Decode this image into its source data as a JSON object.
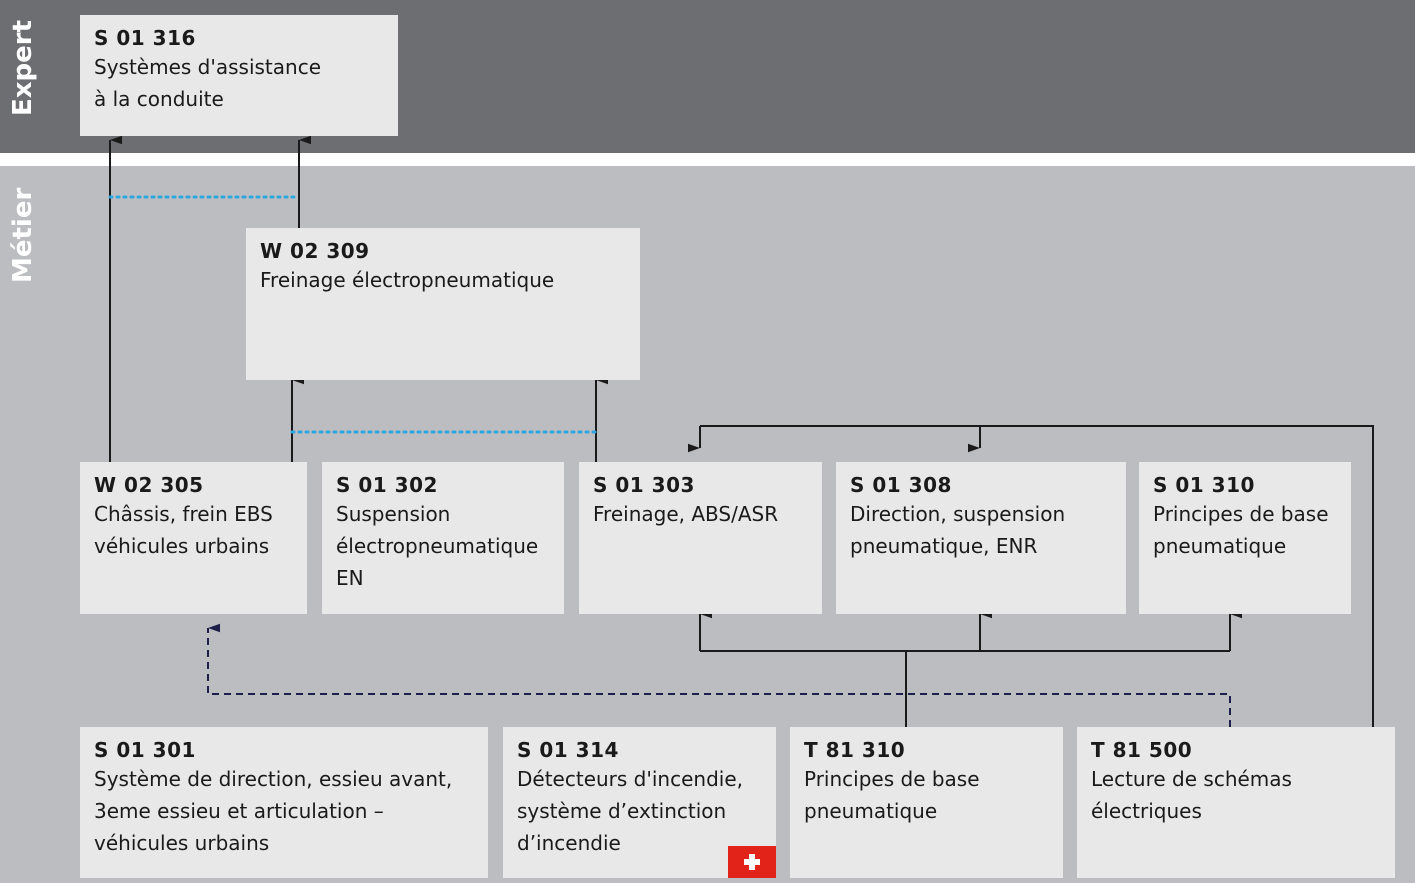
{
  "colors": {
    "expert_band": "#6d6e71",
    "metier_band": "#bcbdc0",
    "box": "#e8e8e9",
    "arrow": "#1a1a1a",
    "dotted_link": "#2aa6e0",
    "dashed_link": "#1b1f4a",
    "flag_red": "#e2231a"
  },
  "bands": {
    "expert": "Expert",
    "metier": "Métier"
  },
  "courses": {
    "s01316": {
      "code": "S 01 316",
      "title": "Systèmes d'assistance\nà la conduite"
    },
    "w02309": {
      "code": "W 02 309",
      "title": "Freinage électropneumatique"
    },
    "w02305": {
      "code": "W 02 305",
      "title": "Châssis, frein EBS\nvéhicules urbains"
    },
    "s01302": {
      "code": "S 01 302",
      "title": "Suspension\nélectropneumatique\nEN"
    },
    "s01303": {
      "code": "S 01 303",
      "title": "Freinage, ABS/ASR"
    },
    "s01308": {
      "code": "S 01 308",
      "title": "Direction, suspension\npneumatique, ENR"
    },
    "s01310": {
      "code": "S 01 310",
      "title": "Principes de base\npneumatique"
    },
    "s01301": {
      "code": "S 01 301",
      "title": "Système de direction, essieu avant,\n3eme essieu et articulation –\nvéhicules urbains"
    },
    "s01314": {
      "code": "S 01 314",
      "title": "Détecteurs d'incendie,\nsystème d’extinction\nd’incendie"
    },
    "t81310": {
      "code": "T 81 310",
      "title": "Principes de base\npneumatique"
    },
    "t81500": {
      "code": "T 81 500",
      "title": "Lecture de schémas\nélectriques"
    }
  },
  "icons": {
    "swiss_flag": "swiss-flag-icon"
  }
}
